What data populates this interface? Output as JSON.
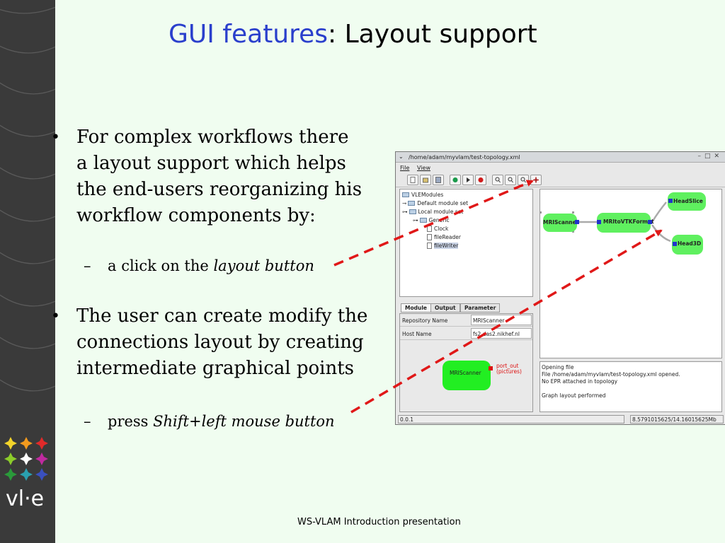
{
  "slide": {
    "title_part1": "GUI features",
    "title_part2": ": Layout support",
    "footer": "WS-VLAM Introduction presentation",
    "logo_text": "vl·e"
  },
  "bullets": [
    {
      "text_lines": [
        "For complex workflows there",
        "a layout support which helps",
        "the end-users reorganizing his",
        "workflow components by:"
      ],
      "sub": {
        "prefix": "a click on the ",
        "italic": "layout button"
      }
    },
    {
      "text_lines": [
        "The user can create modify the",
        "connections layout by creating",
        "intermediate graphical points"
      ],
      "sub": {
        "prefix": "press ",
        "italic": "Shift+left mouse button"
      }
    }
  ],
  "app": {
    "window_title": "/home/adam/myvlam/test-topology.xml",
    "menu": [
      "File",
      "View"
    ],
    "toolbar_icons": [
      "new-icon",
      "open-icon",
      "save-icon",
      "connect-icon",
      "run-icon",
      "stop-icon",
      "zoom-in-icon",
      "zoom-out-icon",
      "zoom-fit-icon",
      "layout-icon"
    ],
    "tree": {
      "root": "VLEModules",
      "default_set": "Default module set",
      "local_set": "Local module set",
      "generic": "Generic",
      "modules": [
        "Clock",
        "fileReader",
        "fileWriter"
      ]
    },
    "tabs": [
      "Module",
      "Output",
      "Parameter"
    ],
    "properties": [
      {
        "key": "Repository Name",
        "value": "MRIScanner"
      },
      {
        "key": "Host Name",
        "value": "fs2.das2.nikhef.nl"
      }
    ],
    "preview": {
      "module": "MRIScanner",
      "port_line1": "port_out",
      "port_line2": "(pictures)"
    },
    "graph_nodes": [
      "MRIScanner",
      "MRItoVTKFormat",
      "HeadSlice",
      "Head3D"
    ],
    "log": [
      "Opening file",
      "File /home/adam/myvlam/test-topology.xml opened.",
      "No EPR attached in topology",
      "",
      "Graph layout performed"
    ],
    "status_left": "0.0.1",
    "status_right": "8.5791015625/14.16015625Mb"
  },
  "colors": {
    "background": "#f0fdf0",
    "sidebar": "#3a3a3a",
    "title_blue": "#2a3fcc",
    "arrow_red": "#e01818",
    "node_green": "#5ff05f",
    "port_blue": "#2233cc"
  }
}
